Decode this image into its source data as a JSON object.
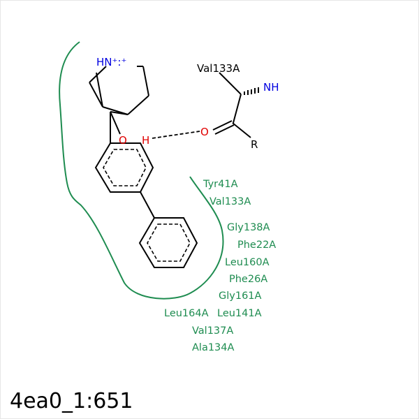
{
  "diagram": {
    "atoms": {
      "n_plus": "HN⁺:⁺",
      "o_ligand": "O",
      "h_ligand": "H",
      "o_receptor": "O",
      "nh_receptor": "NH",
      "r_group": "R"
    },
    "backbone_label": "Val133A",
    "residues": [
      "Tyr41A",
      "Val133A",
      "Gly138A",
      "Phe22A",
      "Leu160A",
      "Phe26A",
      "Gly161A",
      "Leu164A",
      "Leu141A",
      "Val137A",
      "Ala134A"
    ],
    "caption": "4ea0_1:651"
  },
  "colors": {
    "bond": "#000000",
    "nitrogen": "#0000e0",
    "oxygen": "#e00000",
    "residue": "#1e8c50",
    "pocket": "#1e8c50"
  }
}
